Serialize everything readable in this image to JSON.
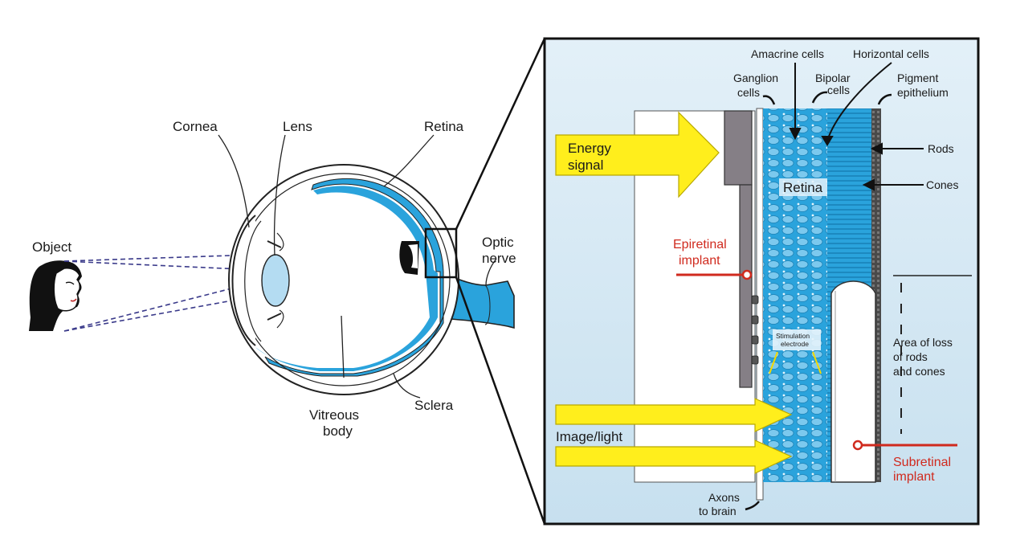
{
  "labels": {
    "object": "Object",
    "cornea": "Cornea",
    "lens": "Lens",
    "retina": "Retina",
    "optic_nerve": [
      "Optic",
      "nerve"
    ],
    "vitreous_body": [
      "Vitreous",
      "body"
    ],
    "sclera": "Sclera"
  },
  "inset": {
    "amacrine_cells": "Amacrine cells",
    "horizontal_cells": "Horizontal cells",
    "ganglion_cells": [
      "Ganglion",
      "cells"
    ],
    "bipolar_cells": [
      "Bipolar",
      "cells"
    ],
    "pigment_epithelium": [
      "Pigment",
      "epithelium"
    ],
    "energy_signal": [
      "Energy",
      "signal"
    ],
    "rods": "Rods",
    "cones": "Cones",
    "retina": "Retina",
    "epiretinal_implant": [
      "Epiretinal",
      "implant"
    ],
    "stimulation_electrode": [
      "Stimulation",
      "electrode"
    ],
    "area_loss": [
      "Area of loss",
      "of rods",
      "and cones"
    ],
    "image_light": "Image/light",
    "subretinal_implant": [
      "Subretinal",
      "implant"
    ],
    "axons": [
      "Axons",
      "to brain"
    ]
  },
  "colors": {
    "retina_blue": "#2aa3dc",
    "inset_bg": "#cfe6f3",
    "arrow_yellow": "#ffee1c",
    "implant_red": "#d02a1e",
    "implant_gray": "#857f86"
  }
}
